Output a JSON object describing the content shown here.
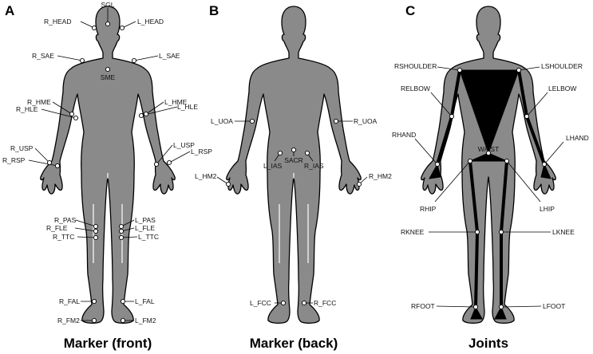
{
  "panels": {
    "A": {
      "letter": "A",
      "caption": "Marker (front)",
      "labels": {
        "SGL": "SGL",
        "R_HEAD": "R_HEAD",
        "L_HEAD": "L_HEAD",
        "R_SAE": "R_SAE",
        "L_SAE": "L_SAE",
        "SME": "SME",
        "R_HME": "R_HME",
        "R_HLE": "R_HLE",
        "L_HME": "L_HME",
        "L_HLE": "L_HLE",
        "R_USP": "R_USP",
        "R_RSP": "R_RSP",
        "L_USP": "L_USP",
        "L_RSP": "L_RSP",
        "R_PAS": "R_PAS",
        "R_FLE": "R_FLE",
        "R_TTC": "R_TTC",
        "L_PAS": "L_PAS",
        "L_FLE": "L_FLE",
        "L_TTC": "L_TTC",
        "R_FAL": "R_FAL",
        "L_FAL": "L_FAL",
        "R_FM2": "R_FM2",
        "L_FM2": "L_FM2"
      }
    },
    "B": {
      "letter": "B",
      "caption": "Marker (back)",
      "labels": {
        "L_UOA": "L_UOA",
        "R_UOA": "R_UOA",
        "SACR": "SACR",
        "L_IAS": "L_IAS",
        "R_IAS": "R_IAS",
        "L_HM2": "L_HM2",
        "R_HM2": "R_HM2",
        "L_FCC": "L_FCC",
        "R_FCC": "R_FCC"
      }
    },
    "C": {
      "letter": "C",
      "caption": "Joints",
      "labels": {
        "RSHOULDER": "RSHOULDER",
        "LSHOULDER": "LSHOULDER",
        "RELBOW": "RELBOW",
        "LELBOW": "LELBOW",
        "RHAND": "RHAND",
        "LHAND": "LHAND",
        "WAIST": "WAIST",
        "RHIP": "RHIP",
        "LHIP": "LHIP",
        "RKNEE": "RKNEE",
        "LKNEE": "LKNEE",
        "RFOOT": "RFOOT",
        "LFOOT": "LFOOT"
      }
    }
  },
  "colors": {
    "body": "#8a8a8a",
    "outline": "#000000",
    "marker": "#ffffff"
  }
}
